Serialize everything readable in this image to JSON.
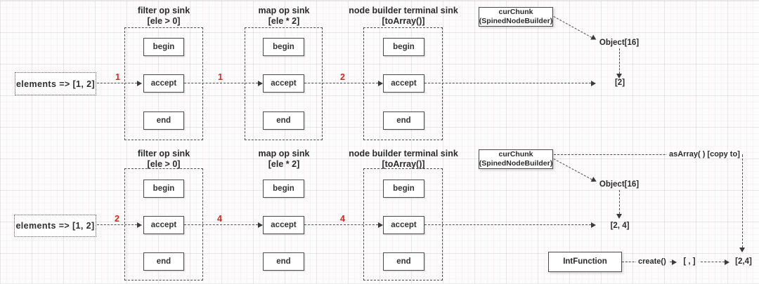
{
  "colors": {
    "line": "#4d4d4d",
    "text": "#2b2b2b",
    "accent_red": "#e02020",
    "box_bg": "#ffffff",
    "canvas_bg": "#fdfcfc"
  },
  "rows": [
    {
      "input_label": "elements => [1, 2]",
      "edge_labels": [
        "1",
        "1",
        "2"
      ],
      "stages": [
        {
          "title": "filter op sink",
          "subtitle": "[ele > 0]",
          "steps": [
            "begin",
            "accept",
            "end"
          ]
        },
        {
          "title": "map op sink",
          "subtitle": "[ele * 2]",
          "steps": [
            "begin",
            "accept",
            "end"
          ]
        },
        {
          "title": "node builder terminal sink",
          "subtitle": "[toArray()]",
          "steps": [
            "begin",
            "accept",
            "end"
          ]
        }
      ],
      "chunk_box": {
        "line1": "curChunk",
        "line2": "(SpinedNodeBuilder)"
      },
      "buffer_label": "Object[16]",
      "result_label": "[2]"
    },
    {
      "input_label": "elements => [1, 2]",
      "edge_labels": [
        "2",
        "4",
        "4"
      ],
      "stages": [
        {
          "title": "filter op sink",
          "subtitle": "[ele > 0]",
          "steps": [
            "begin",
            "accept",
            "end"
          ]
        },
        {
          "title": "map op sink",
          "subtitle": "[ele * 2]",
          "steps": [
            "begin",
            "accept",
            "end"
          ]
        },
        {
          "title": "node builder terminal sink",
          "subtitle": "[toArray()]",
          "steps": [
            "begin",
            "accept",
            "end"
          ]
        }
      ],
      "chunk_box": {
        "line1": "curChunk",
        "line2": "(SpinedNodeBuilder)"
      },
      "buffer_label": "Object[16]",
      "result_label": "[2, 4]",
      "asarray_label": "asArray( ) [copy to]",
      "copy_result_label": "[2,4]",
      "int_function": {
        "label": "IntFunction",
        "create_label": "create()",
        "new_array_label": "[ , ]"
      }
    }
  ]
}
